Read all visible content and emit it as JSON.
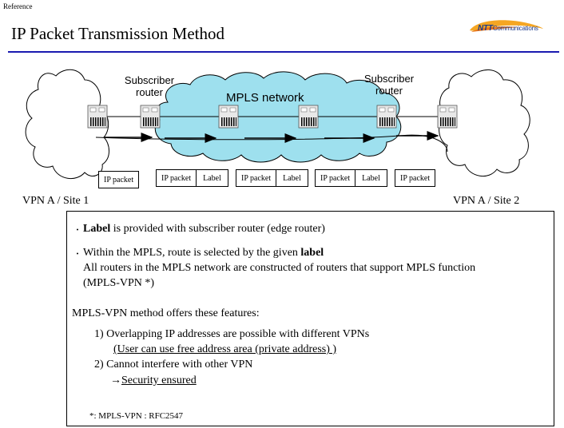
{
  "header": {
    "reference": "Reference",
    "title": "IP Packet Transmission Method",
    "logo": {
      "brand": "NTT",
      "suffix": "Communications"
    },
    "rule_color": "#1a1ab0"
  },
  "diagram": {
    "mpls_label": "MPLS network",
    "subscriber_router_left": [
      "Subscriber",
      "router"
    ],
    "subscriber_router_right": [
      "Subscriber",
      "router"
    ],
    "site_left": "VPN A / Site 1",
    "site_right": "VPN A / Site 2",
    "cloud_color": "#9ee0ee",
    "packets": [
      {
        "ip": "IP packet",
        "label": ""
      },
      {
        "ip": "IP packet",
        "label": "Label"
      },
      {
        "ip": "IP packet",
        "label": "Label"
      },
      {
        "ip": "IP packet",
        "label": "Label"
      },
      {
        "ip": "IP packet",
        "label": ""
      }
    ]
  },
  "notes": {
    "b1_bold": "Label",
    "b1_rest": " is provided with subscriber router (edge router)",
    "b2_pre": "Within the MPLS, route is selected by the given ",
    "b2_bold": "label",
    "b2_l2": "All routers in the MPLS network are constructed of routers that support MPLS function",
    "b2_l3": "(MPLS-VPN *)",
    "features_heading": "MPLS-VPN method offers these features:",
    "f1": "1) Overlapping IP addresses are possible with different VPNs",
    "f1_sub": "(User can use free  address area (private address) )",
    "f2": "2) Cannot interfere with other VPN",
    "f2_arrow": "→",
    "f2_sub": "Security ensured",
    "footnote": "*: MPLS-VPN : RFC2547"
  }
}
